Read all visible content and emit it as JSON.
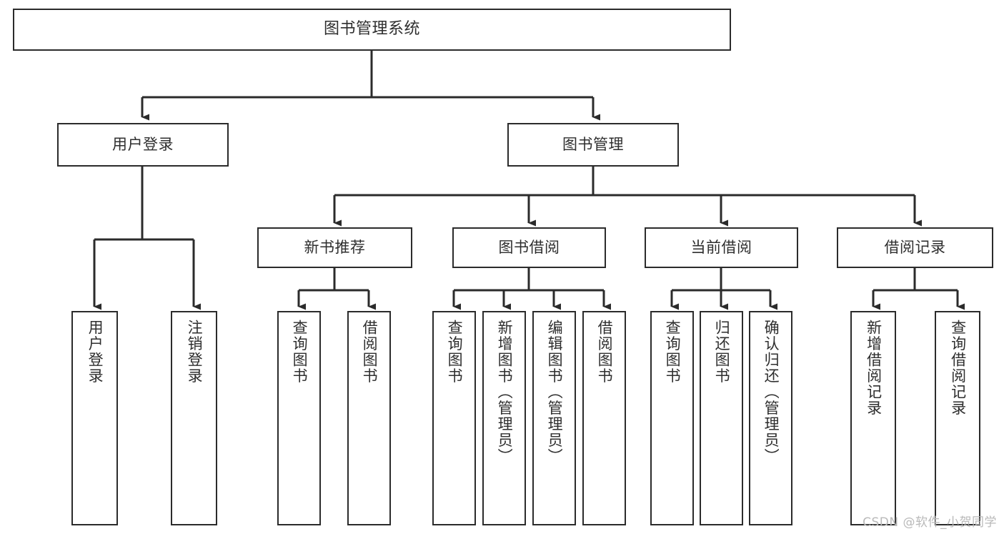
{
  "diagram": {
    "title": "图书管理系统",
    "type": "tree",
    "watermark": "CSDN @软件_小贺同学",
    "colors": {
      "background": "#ffffff",
      "node_border": "#2b2b2b",
      "node_fill": "#ffffff",
      "text": "#2e2e2e",
      "edge": "#2b2b2b",
      "watermark": "#b9b9b9"
    },
    "nodes": {
      "root": {
        "label": "图书管理系统"
      },
      "level2": [
        {
          "id": "user-login",
          "label": "用户登录"
        },
        {
          "id": "book-manage",
          "label": "图书管理"
        }
      ],
      "level3": [
        {
          "id": "new-book-rec",
          "label": "新书推荐"
        },
        {
          "id": "book-borrow",
          "label": "图书借阅"
        },
        {
          "id": "current-borrow",
          "label": "当前借阅"
        },
        {
          "id": "borrow-record",
          "label": "借阅记录"
        }
      ],
      "leaves": [
        {
          "id": "leaf-user-login",
          "label": "用户登录",
          "parent": "user-login"
        },
        {
          "id": "leaf-user-logout",
          "label": "注销登录",
          "parent": "user-login"
        },
        {
          "id": "leaf-query-book-1",
          "label": "查询图书",
          "parent": "new-book-rec"
        },
        {
          "id": "leaf-borrow-book-1",
          "label": "借阅图书",
          "parent": "new-book-rec"
        },
        {
          "id": "leaf-query-book-2",
          "label": "查询图书",
          "parent": "book-borrow"
        },
        {
          "id": "leaf-add-book",
          "label": "新增图书（管理员）",
          "parent": "book-borrow"
        },
        {
          "id": "leaf-edit-book",
          "label": "编辑图书（管理员）",
          "parent": "book-borrow"
        },
        {
          "id": "leaf-borrow-book-2",
          "label": "借阅图书",
          "parent": "book-borrow"
        },
        {
          "id": "leaf-query-book-3",
          "label": "查询图书",
          "parent": "current-borrow"
        },
        {
          "id": "leaf-return-book",
          "label": "归还图书",
          "parent": "current-borrow"
        },
        {
          "id": "leaf-confirm-return",
          "label": "确认归还（管理员）",
          "parent": "current-borrow"
        },
        {
          "id": "leaf-add-record",
          "label": "新增借阅记录",
          "parent": "borrow-record"
        },
        {
          "id": "leaf-query-record",
          "label": "查询借阅记录",
          "parent": "borrow-record"
        }
      ]
    }
  }
}
